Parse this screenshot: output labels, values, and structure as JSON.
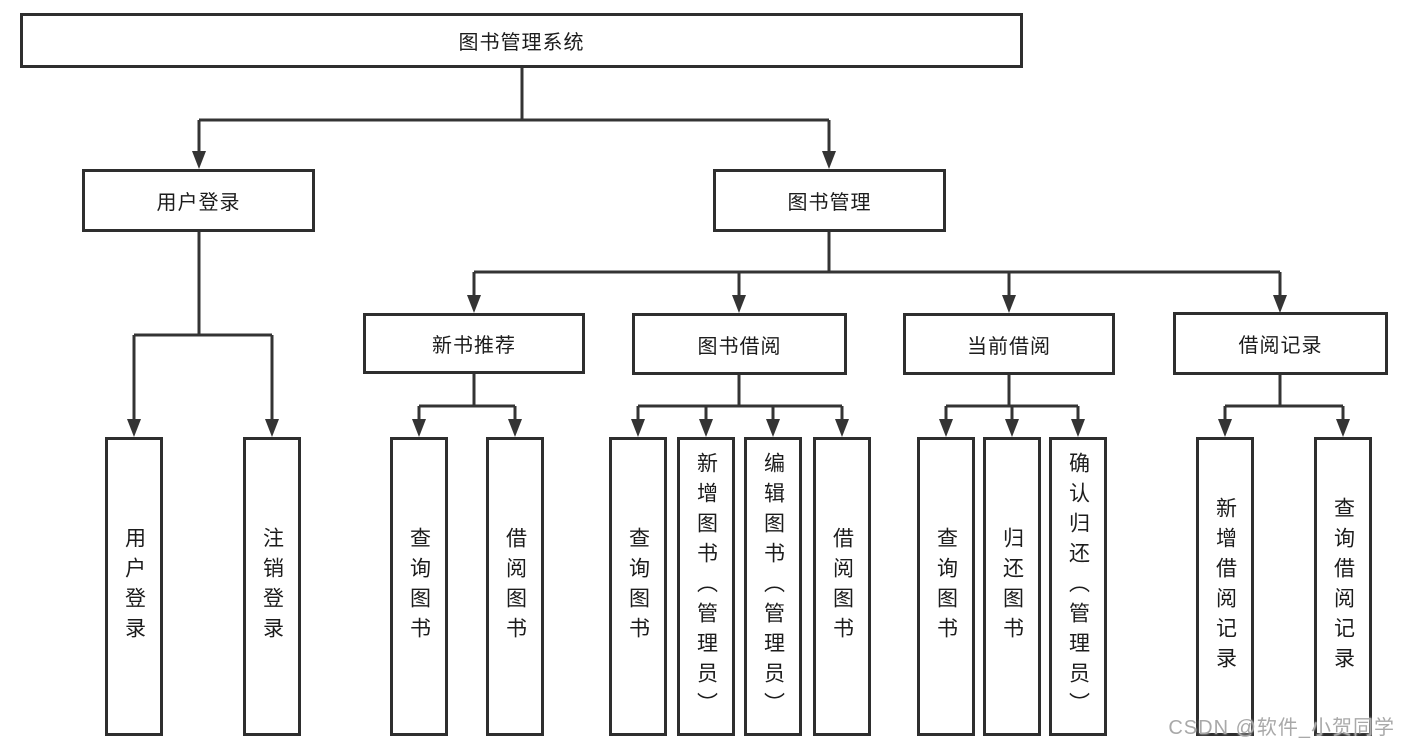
{
  "diagram": {
    "type": "hierarchy-tree",
    "watermark": "CSDN @软件_小贺同学",
    "colors": {
      "line": "#343434",
      "box_border": "#2e2e2e",
      "text": "#1c1c1c",
      "watermark": "#a9a9a9",
      "background": "#ffffff"
    },
    "nodes": {
      "root": "图书管理系统",
      "user_login": "用户登录",
      "book_mgmt": "图书管理",
      "new_book_rec": "新书推荐",
      "book_borrow": "图书借阅",
      "current_borrow": "当前借阅",
      "borrow_records": "借阅记录",
      "leaf_user_login": "用户登录",
      "leaf_logout": "注销登录",
      "leaf_query_book_a": "查询图书",
      "leaf_borrow_book_a": "借阅图书",
      "leaf_query_book_b": "查询图书",
      "leaf_add_book_admin": "新增图书（管理员）",
      "leaf_edit_book_admin": "编辑图书（管理员）",
      "leaf_borrow_book_b": "借阅图书",
      "leaf_query_book_c": "查询图书",
      "leaf_return_book": "归还图书",
      "leaf_confirm_return_admin": "确认归还（管理员）",
      "leaf_add_borrow_record": "新增借阅记录",
      "leaf_query_borrow_record": "查询借阅记录"
    },
    "edges": [
      [
        "图书管理系统",
        "用户登录"
      ],
      [
        "图书管理系统",
        "图书管理"
      ],
      [
        "用户登录",
        "用户登录(叶)"
      ],
      [
        "用户登录",
        "注销登录"
      ],
      [
        "图书管理",
        "新书推荐"
      ],
      [
        "图书管理",
        "图书借阅"
      ],
      [
        "图书管理",
        "当前借阅"
      ],
      [
        "图书管理",
        "借阅记录"
      ],
      [
        "新书推荐",
        "查询图书"
      ],
      [
        "新书推荐",
        "借阅图书"
      ],
      [
        "图书借阅",
        "查询图书"
      ],
      [
        "图书借阅",
        "新增图书（管理员）"
      ],
      [
        "图书借阅",
        "编辑图书（管理员）"
      ],
      [
        "图书借阅",
        "借阅图书"
      ],
      [
        "当前借阅",
        "查询图书"
      ],
      [
        "当前借阅",
        "归还图书"
      ],
      [
        "当前借阅",
        "确认归还（管理员）"
      ],
      [
        "借阅记录",
        "新增借阅记录"
      ],
      [
        "借阅记录",
        "查询借阅记录"
      ]
    ]
  }
}
